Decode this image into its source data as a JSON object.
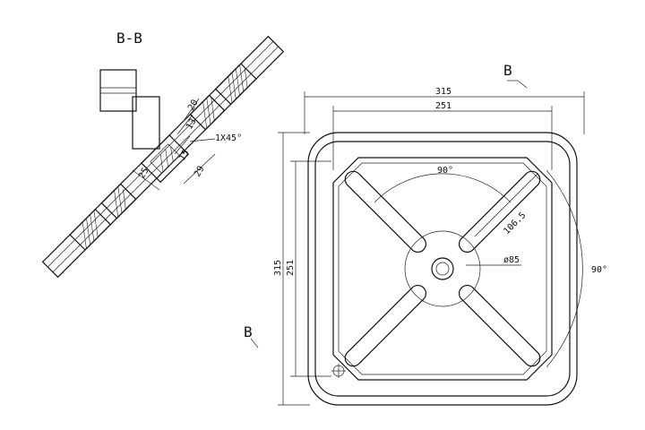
{
  "section_view": {
    "title": "B-B",
    "dims": {
      "d20": "20",
      "d13": "13",
      "d15": "15",
      "chamfer": "1X45°",
      "d29": "29",
      "d25": "25"
    }
  },
  "plan_view": {
    "section_mark_top": "B",
    "section_mark_bottom": "B",
    "dims": {
      "outer_width": "315",
      "inner_width": "251",
      "outer_height": "315",
      "inner_height": "251",
      "angle_top": "90°",
      "angle_right": "90°",
      "radius": "106.5",
      "diameter": "ø85"
    }
  },
  "colors": {
    "line": "#111111",
    "background": "#ffffff"
  }
}
